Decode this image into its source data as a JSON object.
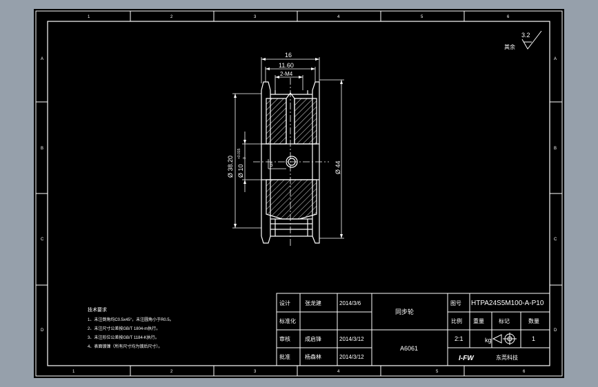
{
  "drawing": {
    "roughness_value": "3.2",
    "roughness_note": "其余",
    "dimensions": {
      "overall_width": "16",
      "inner_width": "11.60",
      "groove_width": "2-M4",
      "pitch_dia": "Ø 38.20",
      "bore_dia": "Ø 10",
      "bore_tol_upper": "+0.015",
      "bore_tol_lower": "0",
      "flange_dia": "Ø 44",
      "set_screw_offset": "6"
    },
    "zone_letters": [
      "A",
      "B",
      "C",
      "D"
    ],
    "zone_numbers": [
      "1",
      "2",
      "3",
      "4",
      "5",
      "6"
    ],
    "tech_notes": {
      "title": "技术要求",
      "lines": [
        "1、未注倒角均C0.5x45°，未注圆角小于R0.5。",
        "2、未注尺寸公差按GB/T 1804-m执行。",
        "3、未注形位公差按GB/T 1184-K执行。",
        "4、表面镀镍（所有尺寸均为镀后尺寸）。"
      ]
    },
    "title_block": {
      "design_label": "设计",
      "designer": "张龙建",
      "design_date": "2014/3/6",
      "part_name": "同步轮",
      "drawing_no_label": "图号",
      "drawing_no": "HTPA24S5M100-A-P10",
      "std_label": "标准化",
      "scale_label": "比例",
      "weight_label": "重量",
      "mark_label": "标记",
      "qty_label": "数量",
      "review_label": "审核",
      "reviewer": "成启锋",
      "review_date": "2014/3/12",
      "material": "A6061",
      "scale": "2:1",
      "weight_unit": "kg",
      "qty": "1",
      "approve_label": "批准",
      "approver": "杨森林",
      "approve_date": "2014/3/12",
      "company_logo": "I-FW",
      "company_name": "东莞科技"
    }
  }
}
